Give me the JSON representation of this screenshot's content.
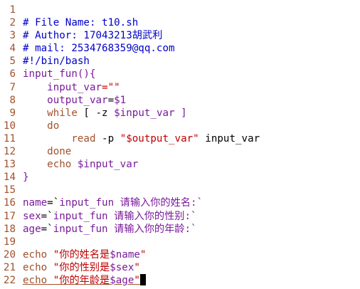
{
  "editor": {
    "lines": [
      {
        "n": "1",
        "segs": []
      },
      {
        "n": "2",
        "segs": [
          {
            "t": "# File Name: t10.sh",
            "c": "cmt"
          }
        ]
      },
      {
        "n": "3",
        "segs": [
          {
            "t": "# Author: 17043213胡武利",
            "c": "cmt"
          }
        ]
      },
      {
        "n": "4",
        "segs": [
          {
            "t": "# mail: 2534768359@qq.com",
            "c": "cmt"
          }
        ]
      },
      {
        "n": "5",
        "segs": [
          {
            "t": "#!/bin/bash",
            "c": "cmt"
          }
        ]
      },
      {
        "n": "6",
        "segs": [
          {
            "t": "input_fun(){",
            "c": "var"
          }
        ]
      },
      {
        "n": "7",
        "segs": [
          {
            "t": "    ",
            "c": "blk"
          },
          {
            "t": "input_var",
            "c": "var"
          },
          {
            "t": "=\"\"",
            "c": "str"
          }
        ]
      },
      {
        "n": "8",
        "segs": [
          {
            "t": "    ",
            "c": "blk"
          },
          {
            "t": "output_var",
            "c": "var"
          },
          {
            "t": "=",
            "c": "blk"
          },
          {
            "t": "$1",
            "c": "var"
          }
        ]
      },
      {
        "n": "9",
        "segs": [
          {
            "t": "    ",
            "c": "blk"
          },
          {
            "t": "while",
            "c": "kw"
          },
          {
            "t": " [ ",
            "c": "blk"
          },
          {
            "t": "-z",
            "c": "blk"
          },
          {
            "t": " $input_var",
            "c": "var"
          },
          {
            "t": " ]",
            "c": "var"
          }
        ]
      },
      {
        "n": "10",
        "segs": [
          {
            "t": "    ",
            "c": "blk"
          },
          {
            "t": "do",
            "c": "kw"
          }
        ]
      },
      {
        "n": "11",
        "segs": [
          {
            "t": "        ",
            "c": "blk"
          },
          {
            "t": "read",
            "c": "kw"
          },
          {
            "t": " -p ",
            "c": "blk"
          },
          {
            "t": "\"$output_var\"",
            "c": "str"
          },
          {
            "t": " input_var",
            "c": "blk"
          }
        ]
      },
      {
        "n": "12",
        "segs": [
          {
            "t": "    ",
            "c": "blk"
          },
          {
            "t": "done",
            "c": "kw"
          }
        ]
      },
      {
        "n": "13",
        "segs": [
          {
            "t": "    ",
            "c": "blk"
          },
          {
            "t": "echo",
            "c": "kw"
          },
          {
            "t": " $input_var",
            "c": "var"
          }
        ]
      },
      {
        "n": "14",
        "segs": [
          {
            "t": "}",
            "c": "var"
          }
        ]
      },
      {
        "n": "15",
        "segs": []
      },
      {
        "n": "16",
        "segs": [
          {
            "t": "name",
            "c": "var"
          },
          {
            "t": "=`",
            "c": "blk"
          },
          {
            "t": "input_fun 请输入你的姓名:`",
            "c": "var"
          }
        ]
      },
      {
        "n": "17",
        "segs": [
          {
            "t": "sex",
            "c": "var"
          },
          {
            "t": "=`",
            "c": "blk"
          },
          {
            "t": "input_fun 请输入你的性别:`",
            "c": "var"
          }
        ]
      },
      {
        "n": "18",
        "segs": [
          {
            "t": "age",
            "c": "var"
          },
          {
            "t": "=`",
            "c": "blk"
          },
          {
            "t": "input_fun 请输入你的年龄:`",
            "c": "var"
          }
        ]
      },
      {
        "n": "19",
        "segs": []
      },
      {
        "n": "20",
        "segs": [
          {
            "t": "echo",
            "c": "kw"
          },
          {
            "t": " \"你的姓名是",
            "c": "str"
          },
          {
            "t": "$name",
            "c": "var"
          },
          {
            "t": "\"",
            "c": "str"
          }
        ]
      },
      {
        "n": "21",
        "segs": [
          {
            "t": "echo",
            "c": "kw"
          },
          {
            "t": " \"你的性别是",
            "c": "str"
          },
          {
            "t": "$sex",
            "c": "var"
          },
          {
            "t": "\"",
            "c": "str"
          }
        ]
      },
      {
        "n": "22",
        "segs": [
          {
            "t": "echo",
            "c": "kw ul"
          },
          {
            "t": " \"你的年龄是",
            "c": "str ul"
          },
          {
            "t": "$age",
            "c": "var ul"
          },
          {
            "t": "\"",
            "c": "str ul"
          }
        ]
      }
    ],
    "cursor_line": "22"
  },
  "colors": {
    "comment": "#0000c8",
    "keyword": "#a0522d",
    "string": "#c00000",
    "variable": "#7a1a9a",
    "line_number": "#a0522d",
    "background": "#ffffff"
  }
}
